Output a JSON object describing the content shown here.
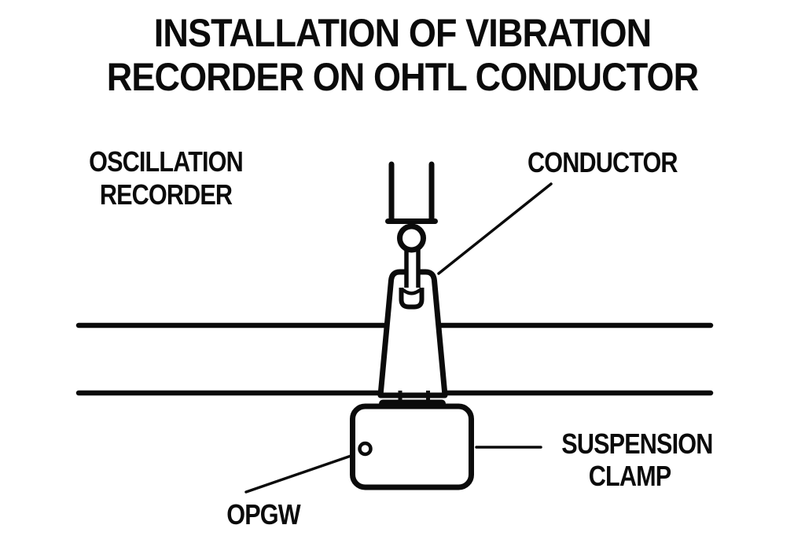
{
  "title": "INSTALLATION OF VIBRATION\nRECORDER ON OHTL CONDUCTOR",
  "labels": {
    "oscillation_recorder": "OSCILLATION\nRECORDER",
    "conductor": "CONDUCTOR",
    "suspension_clamp": "SUSPENSION\nCLAMP",
    "opgw": "OPGW"
  },
  "colors": {
    "background": "#ffffff",
    "ink": "#0b0b0b"
  }
}
